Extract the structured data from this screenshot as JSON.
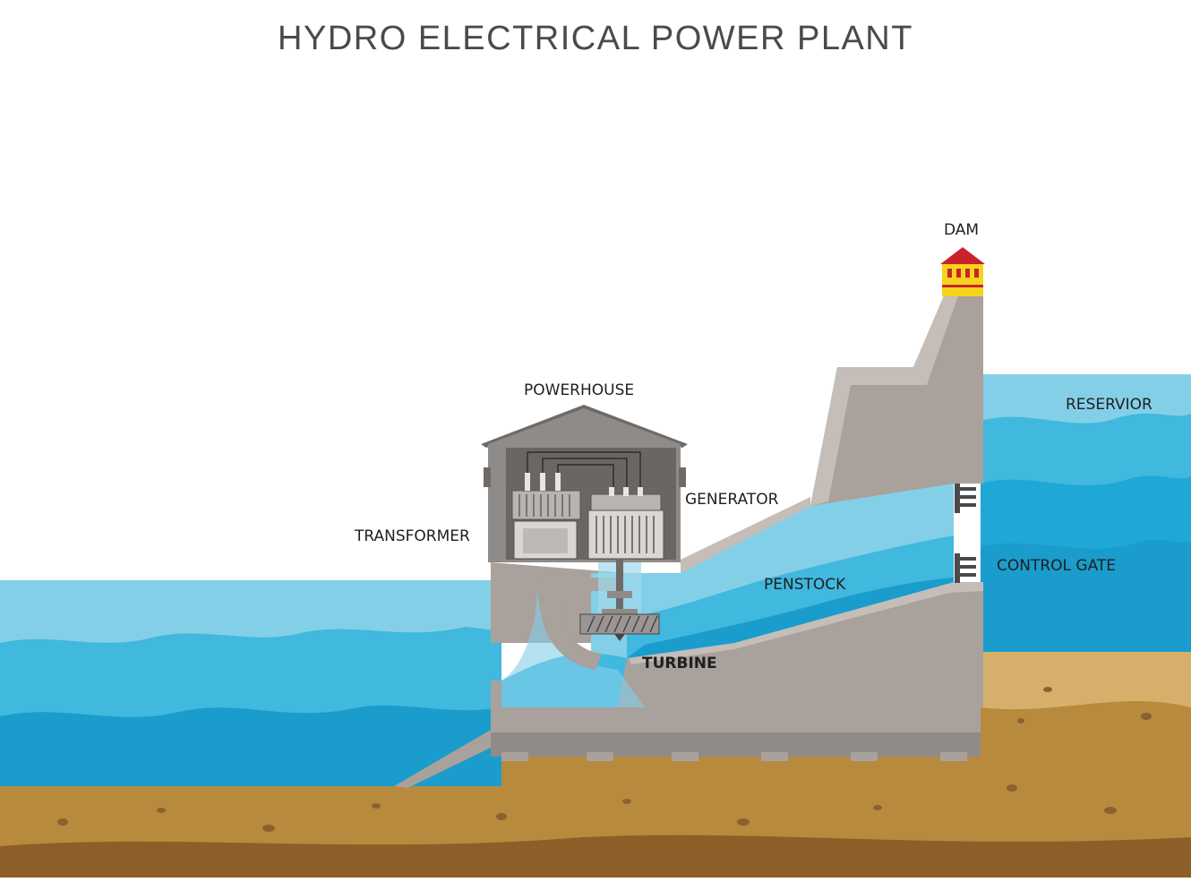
{
  "title": "HYDRO ELECTRICAL POWER PLANT",
  "labels": {
    "dam": "DAM",
    "powerhouse": "POWERHOUSE",
    "reservoir": "RESERVIOR",
    "generator": "GENERATOR",
    "transformer": "TRANSFORMER",
    "control_gate": "CONTROL GATE",
    "penstock": "PENSTOCK",
    "turbine": "TURBINE"
  },
  "colors": {
    "water_light": "#84cfe8",
    "water_mid": "#41b8de",
    "water_deep": "#1a9ccc",
    "concrete": "#a9a19c",
    "concrete_light": "#c4bdb8",
    "powerhouse_wall": "#8f8b88",
    "sand": "#d6b06a",
    "soil": "#b88a3e",
    "soil_dark": "#8d5f28",
    "dam_roof": "#c8232c",
    "dam_tower": "#f6d31c"
  }
}
